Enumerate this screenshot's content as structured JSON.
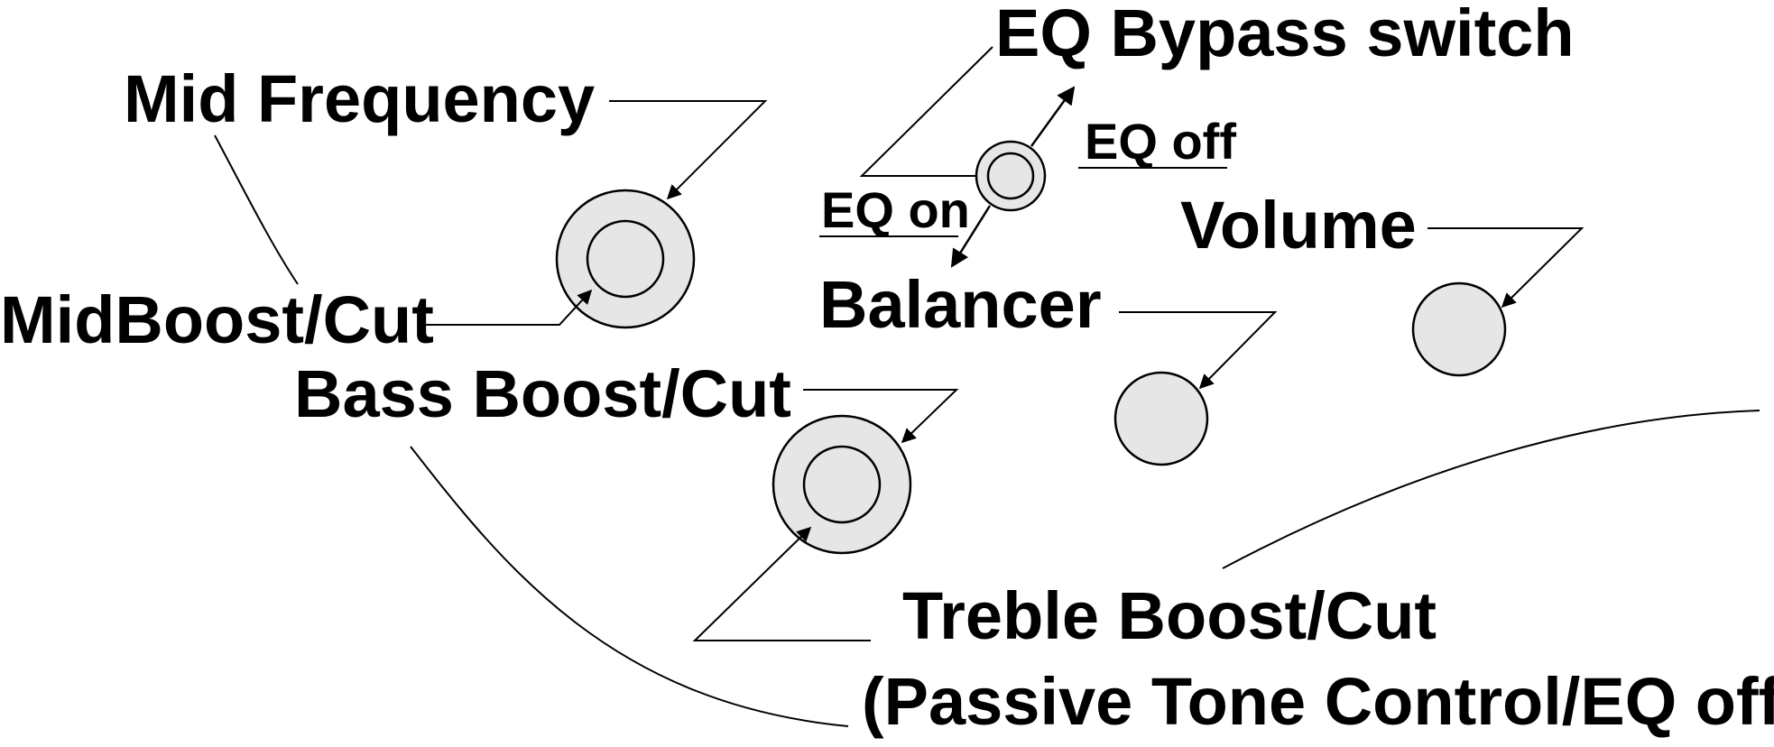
{
  "labels": {
    "eq_bypass_switch": "EQ Bypass switch",
    "mid_frequency": "Mid Frequency",
    "eq_off": "EQ off",
    "eq_on": "EQ on",
    "volume": "Volume",
    "balancer": "Balancer",
    "mid_boost_cut": "MidBoost/Cut",
    "bass_boost_cut": "Bass Boost/Cut",
    "treble_boost_cut": "Treble Boost/Cut",
    "passive_tone_control": "(Passive Tone Control/EQ off)"
  },
  "colors": {
    "knob_fill": "#e6e6e6",
    "line": "#000000"
  }
}
